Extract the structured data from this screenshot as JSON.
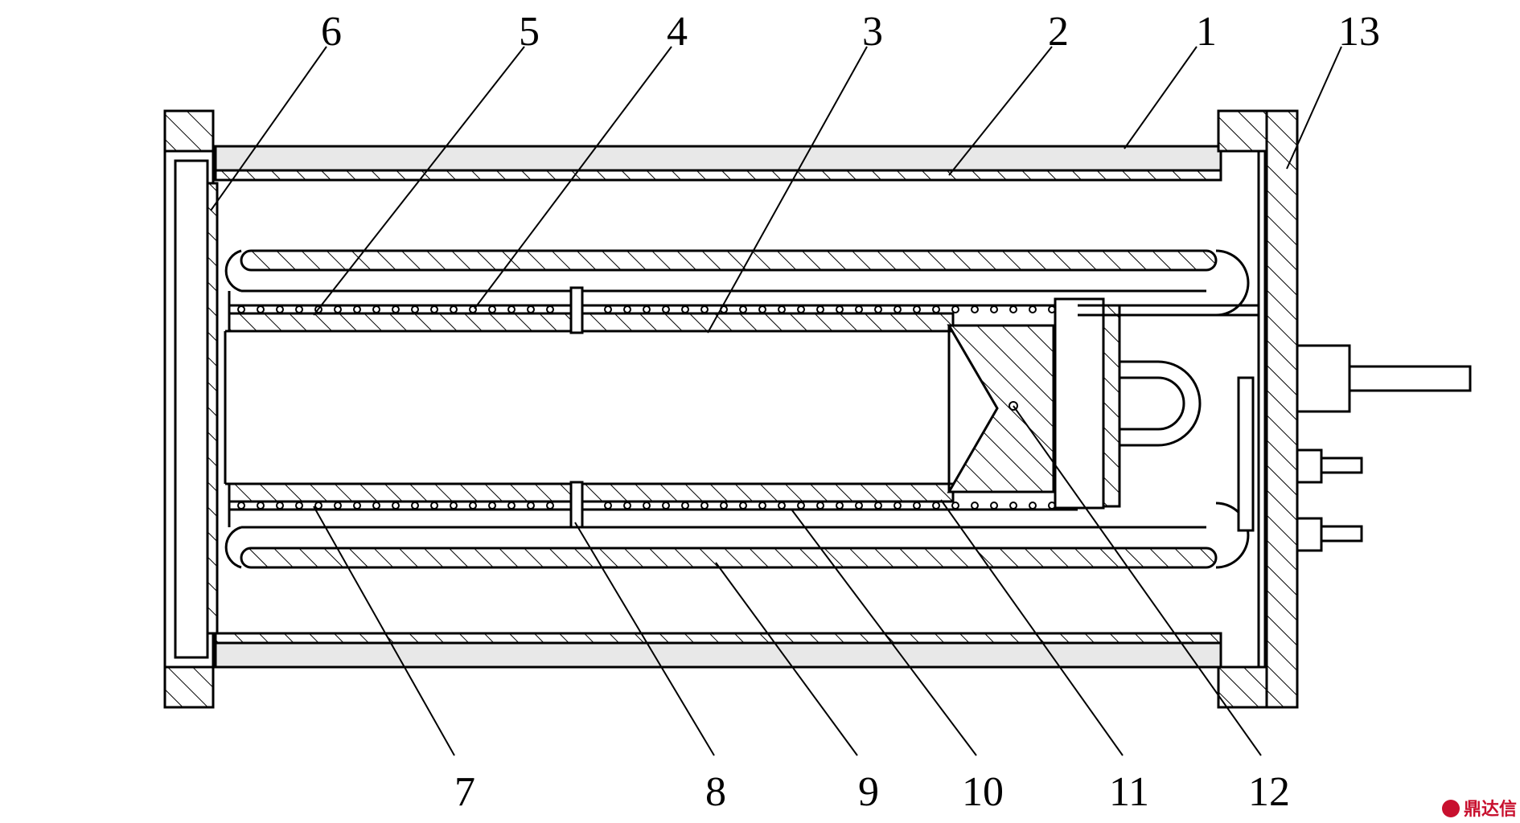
{
  "labels_top": [
    "6",
    "5",
    "4",
    "3",
    "2",
    "1",
    "13"
  ],
  "labels_bottom": [
    "7",
    "8",
    "9",
    "10",
    "11",
    "12"
  ],
  "watermark": {
    "text": "鼎达信",
    "color": "#c8102e"
  }
}
